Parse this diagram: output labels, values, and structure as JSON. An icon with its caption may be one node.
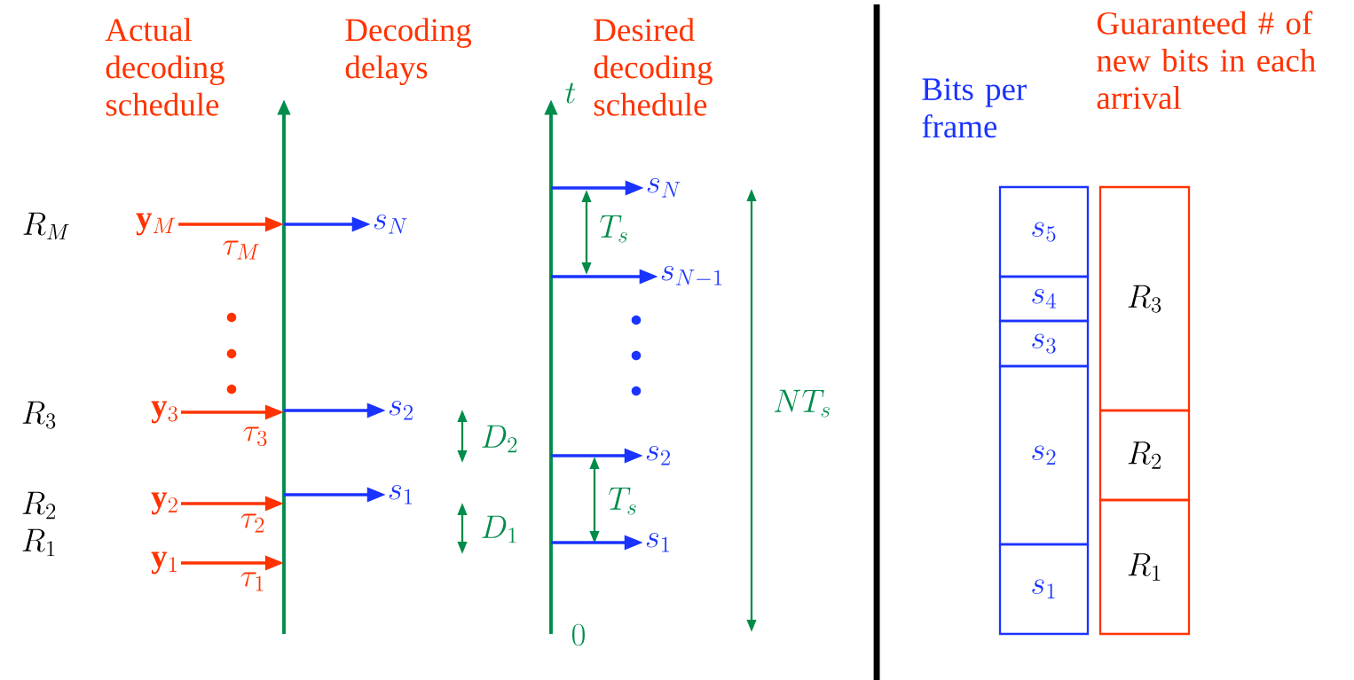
{
  "diagram": {
    "nodes": [
      {
        "text": [
          "\\mathbf{y}_M"
        ]
      },
      {
        "text": [
          "\\mathbf{y}_3"
        ]
      },
      {
        "text": [
          "\\mathbf{y}_2"
        ]
      },
      {
        "text": [
          "\\mathbf{y}_1"
        ]
      },
      {
        "text": [
          "s_N"
        ]
      },
      {
        "text": [
          "s_2"
        ]
      },
      {
        "text": [
          "s_1"
        ]
      },
      {
        "text": [
          "s_N"
        ]
      },
      {
        "text": [
          "s_{N-1}"
        ]
      },
      {
        "text": [
          "s_2"
        ]
      },
      {
        "text": [
          "s_1"
        ]
      },
      {
        "text": [
          "s_5"
        ]
      },
      {
        "text": [
          "s_4"
        ]
      },
      {
        "text": [
          "s_3"
        ]
      },
      {
        "text": [
          "s_2"
        ]
      },
      {
        "text": [
          "s_1"
        ]
      },
      {
        "text": [
          "R_3"
        ]
      },
      {
        "text": [
          "R_2"
        ]
      },
      {
        "text": [
          "R_1"
        ]
      }
    ],
    "edges": [
      {
        "from": 0,
        "to": null,
        "arrow": "to",
        "label": "\\tau_M",
        "color": "#ff3300"
      },
      {
        "from": 1,
        "to": null,
        "arrow": "to",
        "label": "\\tau_3",
        "color": "#ff3300"
      },
      {
        "from": 2,
        "to": null,
        "arrow": "to",
        "label": "\\tau_2",
        "color": "#ff3300"
      },
      {
        "from": 3,
        "to": null,
        "arrow": "to",
        "label": "\\tau_1",
        "color": "#ff3300"
      },
      {
        "from": null,
        "to": 4,
        "arrow": "to"
      },
      {
        "from": null,
        "to": 5,
        "arrow": "to"
      },
      {
        "from": null,
        "to": 6,
        "arrow": "to"
      },
      {
        "from": null,
        "to": 7,
        "arrow": "to"
      },
      {
        "from": null,
        "to": 8,
        "arrow": "to"
      },
      {
        "from": null,
        "to": 9,
        "arrow": "to"
      },
      {
        "from": null,
        "to": 10,
        "arrow": "to"
      }
    ],
    "labels": [
      "Actual decoding schedule",
      "Decoding delays",
      "Desired decoding schedule",
      "t",
      "Bits per frame",
      "Guaranteed # of new bits in each arrival",
      "R_M",
      "T_s",
      "R_3",
      "D_2",
      "NT_s",
      "R_2",
      "T_s",
      "D_1",
      "R_1",
      "0"
    ]
  }
}
